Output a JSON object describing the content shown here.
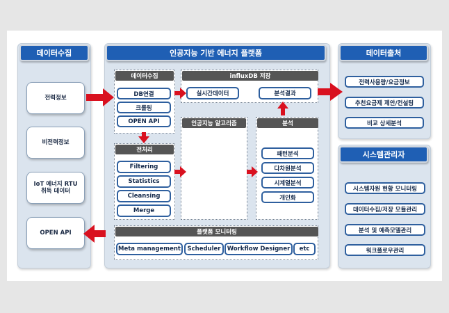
{
  "left": {
    "title": "데이터수집",
    "items": [
      "전력정보",
      "비전력정보",
      "IoT 에너지 RTU\n취득 데이터",
      "OPEN API"
    ]
  },
  "center": {
    "title": "인공지능 기반 에너지 플랫폼",
    "collect": {
      "title": "데이터수집",
      "items": [
        "DB연결",
        "크롤링",
        "OPEN API"
      ]
    },
    "influx": {
      "title": "influxDB 저장",
      "items": [
        "실시간데이터",
        "분석결과"
      ]
    },
    "preprocess": {
      "title": "전처리",
      "items": [
        "Filtering",
        "Statistics",
        "Cleansing",
        "Merge"
      ]
    },
    "ai": {
      "title": "인공지능 알고리즘"
    },
    "analysis": {
      "title": "분석",
      "items": [
        "패턴분석",
        "다차원분석",
        "시계열분석",
        "개인화"
      ]
    },
    "monitor": {
      "title": "플랫폼 모니터링",
      "items": [
        "Meta management",
        "Scheduler",
        "Workflow Designer",
        "etc"
      ]
    }
  },
  "output": {
    "title": "데이터출처",
    "items": [
      "전력사용량/요금정보",
      "추천요금제 제안/컨설팅",
      "비교 상세분석"
    ]
  },
  "sysadmin": {
    "title": "시스템관리자",
    "items": [
      "시스템자원 현황 모니터링",
      "데이터수집/저장 모듈관리",
      "분석 및 예측모델관리",
      "워크플로우관리"
    ]
  },
  "colors": {
    "header": "#1f5fb4",
    "arrow": "#d9111f",
    "panel_title": "#555555"
  }
}
